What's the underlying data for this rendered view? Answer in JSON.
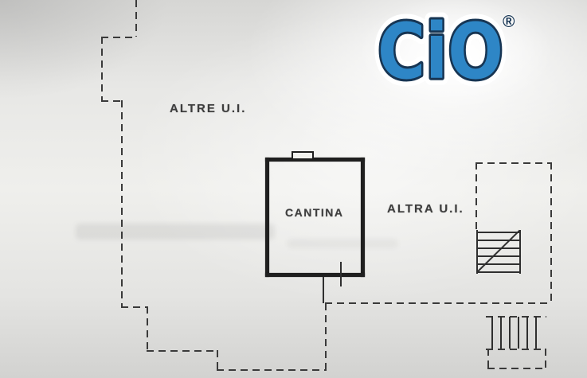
{
  "labels": {
    "altre_ui": "ALTRE U.I.",
    "cantina": "CANTINA",
    "altra_ui": "ALTRA U.I."
  },
  "logo": {
    "text": "CiO",
    "registered_mark": "®",
    "fill_color": "#2e86c6",
    "outline_color": "#173553"
  },
  "colors": {
    "plan_line": "#3a3a3a",
    "wall": "#1f1f1f",
    "paper": "#e9e9e7"
  }
}
